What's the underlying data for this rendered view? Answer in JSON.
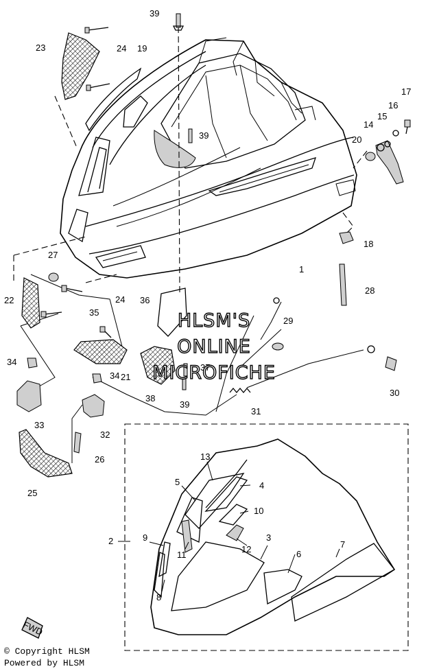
{
  "watermark": {
    "line1": "HLSM'S",
    "line2": "ONLINE",
    "line3": "MICROFICHE"
  },
  "badge": {
    "fwd": "FWD"
  },
  "footer": {
    "copyright": "© Copyright HLSM",
    "powered": "Powered by HLSM"
  },
  "callouts": {
    "p1": "1",
    "p2": "2",
    "p3": "3",
    "p4": "4",
    "p5": "5",
    "p6": "6",
    "p7": "7",
    "p8": "8",
    "p9": "9",
    "p10": "10",
    "p11": "11",
    "p12": "12",
    "p13": "13",
    "p14": "14",
    "p15": "15",
    "p16": "16",
    "p17": "17",
    "p18": "18",
    "p19": "19",
    "p20": "20",
    "p21": "21",
    "p22": "22",
    "p23": "23",
    "p24a": "24",
    "p24b": "24",
    "p25": "25",
    "p26": "26",
    "p27": "27",
    "p28": "28",
    "p29": "29",
    "p30": "30",
    "p31": "31",
    "p32": "32",
    "p33": "33",
    "p34a": "34",
    "p34b": "34",
    "p35": "35",
    "p36": "36",
    "p37": "37",
    "p38": "38",
    "p39a": "39",
    "p39b": "39",
    "p39c": "39"
  }
}
